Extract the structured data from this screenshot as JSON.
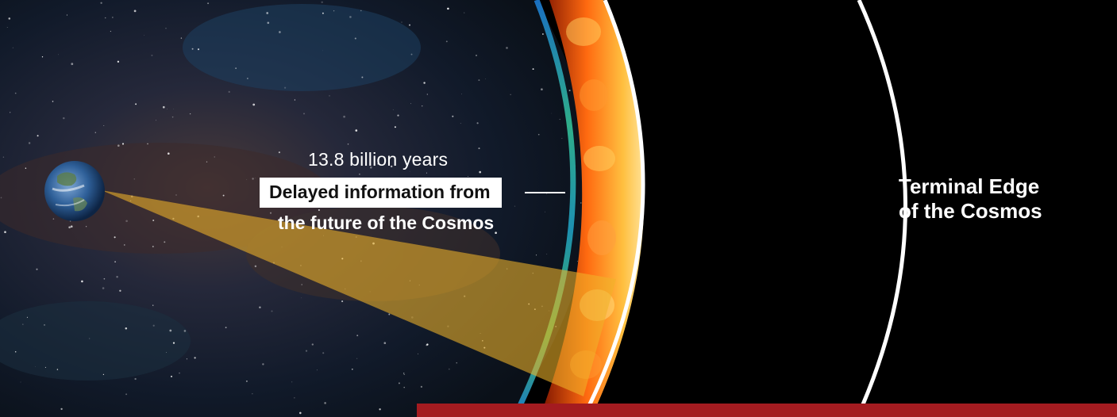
{
  "caption": {
    "years": "13.8 billion years",
    "info_line1": "Delayed information from",
    "info_line2": "the future of the Cosmos"
  },
  "edge_label": {
    "line1": "Terminal Edge",
    "line2": "of the Cosmos"
  },
  "colors": {
    "space": "#0f1a2c",
    "beam": "#f0b32a",
    "fire": "#ff7a1a",
    "cmb_ring": "#1d8fb0",
    "edge_line": "#ffffff",
    "bar": "#a41b20"
  }
}
